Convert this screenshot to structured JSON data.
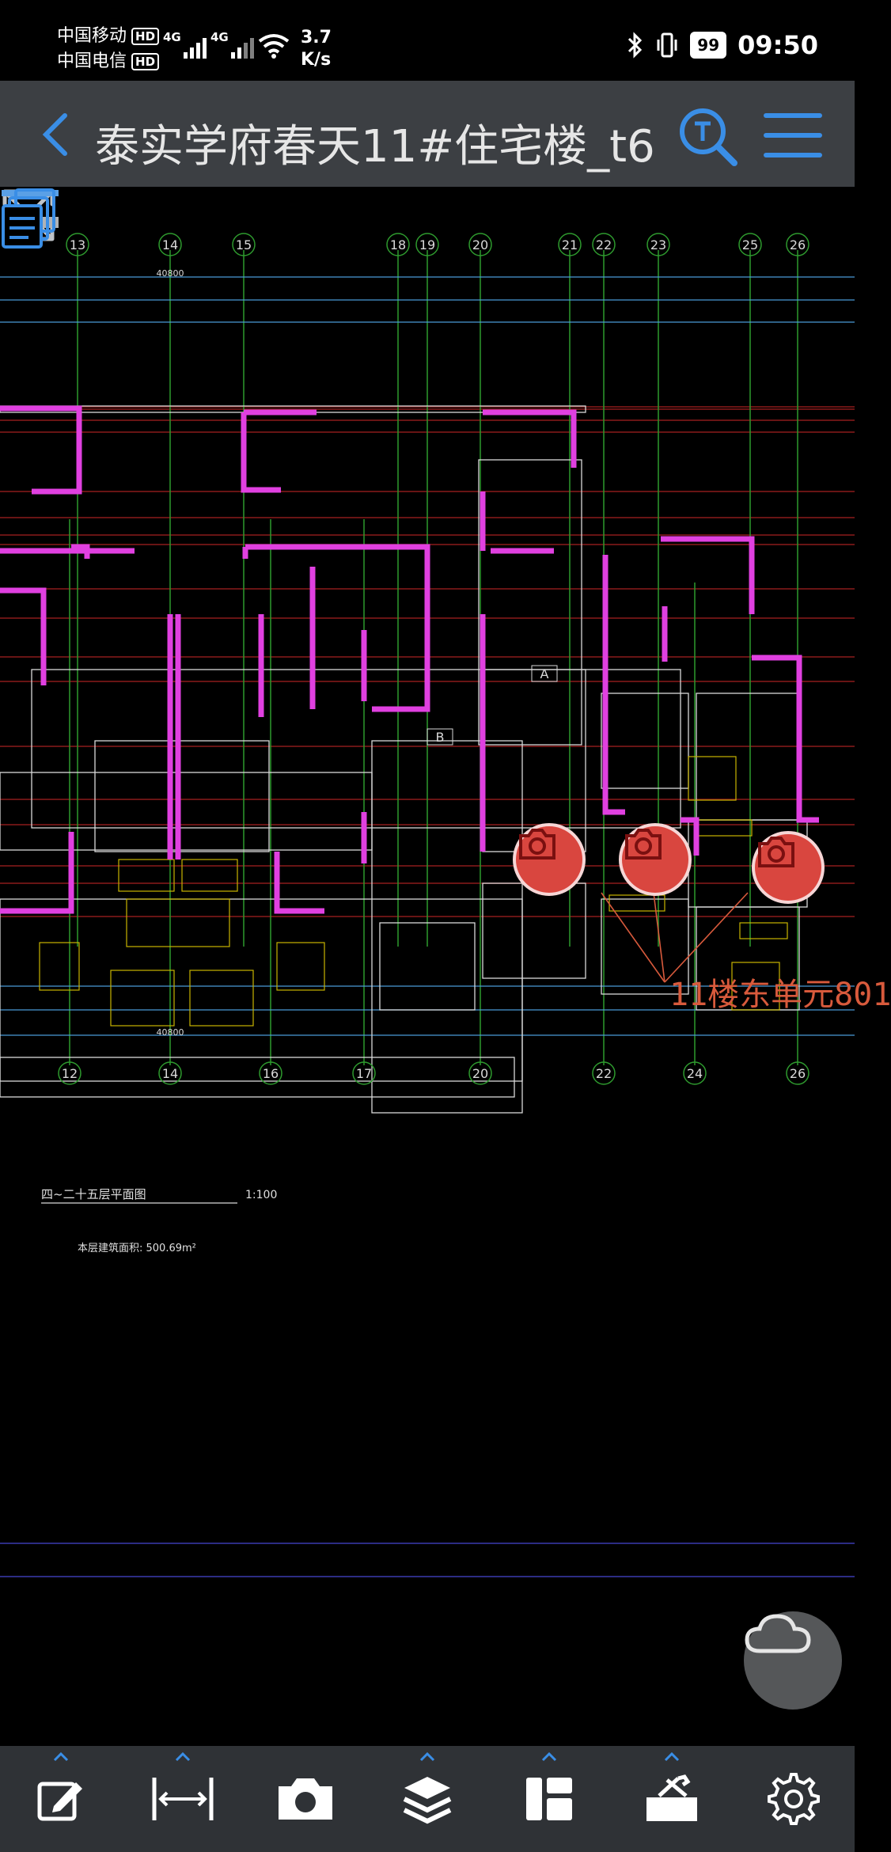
{
  "status": {
    "carrier1": "中国移动",
    "carrier2": "中国电信",
    "hd": "HD",
    "network1": "4G",
    "network2": "4G",
    "speed_value": "3.7",
    "speed_unit": "K/s",
    "battery": "99",
    "time": "09:50"
  },
  "header": {
    "title": "泰实学府春天11#住宅楼_t6"
  },
  "drawing": {
    "grid_top": [
      "13",
      "14",
      "15",
      "18",
      "19",
      "20",
      "21",
      "22",
      "23",
      "25",
      "26"
    ],
    "grid_bottom": [
      "12",
      "14",
      "16",
      "17",
      "20",
      "22",
      "24",
      "26"
    ],
    "unit_label": "11楼东单元801",
    "plan_title": "四~二十五层平面图",
    "plan_scale": "1:100",
    "plan_area": "本层建筑面积: 500.69m²",
    "dim_top": "40800",
    "dim_bottom": "40800",
    "room_a": "A",
    "room_b": "B"
  },
  "toolbar": [
    "edit",
    "measure",
    "camera",
    "layers",
    "layout",
    "tools",
    "settings"
  ]
}
